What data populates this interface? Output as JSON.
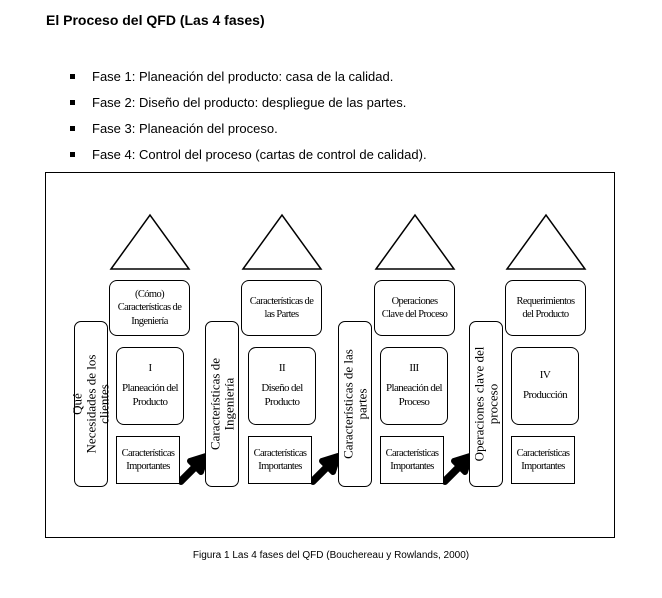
{
  "title": "El Proceso del QFD (Las 4 fases)",
  "phases": [
    "Fase 1: Planeación del producto: casa de la calidad.",
    "Fase 2: Diseño del producto: despliegue de las partes.",
    "Fase 3: Planeación del proceso.",
    "Fase 4: Control del proceso (cartas de control de calidad)."
  ],
  "diagram": {
    "inputs": [
      "Qué\nNecesidades de los\nclientes",
      "Características de\nIngeniería",
      "Características de las\npartes",
      "Operaciones clave del\nproceso"
    ],
    "columns": [
      {
        "top": "(Cómo)\nCaracterísticas de\nIngeniería",
        "numeral": "I",
        "phase_name": "Planeación del\nProducto",
        "bottom": "Características\nImportantes"
      },
      {
        "top": "Características de\nlas Partes",
        "numeral": "II",
        "phase_name": "Diseño del\nProducto",
        "bottom": "Características\nImportantes"
      },
      {
        "top": "Operaciones\nClave del Proceso",
        "numeral": "III",
        "phase_name": "Planeación del\nProceso",
        "bottom": "Características\nImportantes"
      },
      {
        "top": "Requerimientos\ndel Producto",
        "numeral": "IV",
        "phase_name": "Producción",
        "bottom": "Características\nImportantes"
      }
    ]
  },
  "caption": "Figura 1 Las 4 fases del QFD (Bouchereau y Rowlands, 2000)"
}
